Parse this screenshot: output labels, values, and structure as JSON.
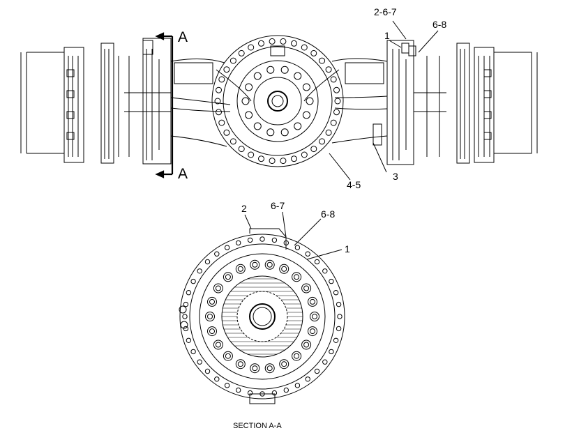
{
  "section_marks": {
    "top": "A",
    "bottom": "A"
  },
  "callouts_top": {
    "c1": "2-6-7",
    "c2": "6-8",
    "c3": "1",
    "c4": "4-5",
    "c5": "3"
  },
  "callouts_section": {
    "c1": "2",
    "c2": "6-7",
    "c3": "6-8",
    "c4": "1"
  },
  "caption": "SECTION A-A"
}
